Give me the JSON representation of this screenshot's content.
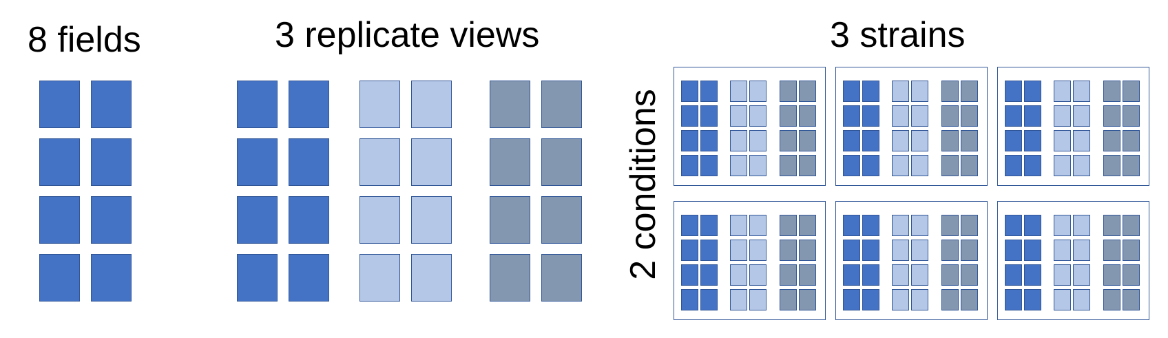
{
  "labels": {
    "fields": "8 fields",
    "replicates": "3 replicate views",
    "strains": "3 strains",
    "conditions": "2 conditions"
  },
  "colors": {
    "dark": "#4472c4",
    "light": "#b4c7e7",
    "gray": "#8497b0",
    "border": "#2f5597"
  },
  "diagram": {
    "fields_grid": {
      "rows": 4,
      "cols": 2,
      "color": "dark"
    },
    "replicate_views": [
      "dark",
      "light",
      "gray"
    ],
    "strains": 3,
    "conditions": 2
  }
}
